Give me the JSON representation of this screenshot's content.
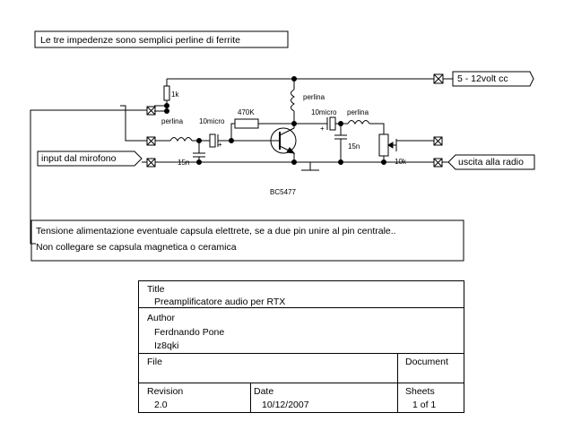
{
  "notes": {
    "ferrite_note": "Le tre impedenze sono semplici perline di ferrite",
    "bias_note_line1": "Tensione alimentazione eventuale capsula elettrete, se a due pin unire al pin centrale..",
    "bias_note_line2": "Non collegare se capsula magnetica o ceramica"
  },
  "ports": {
    "power": "5 - 12volt cc",
    "input": "input dal mirofono",
    "output": "uscita alla radio"
  },
  "components": {
    "r_1k": "1k",
    "l1": "perlina",
    "c1": "10micro",
    "r_470k": "470K",
    "l2": "perlina",
    "c2": "10micro",
    "l3": "perlina",
    "c_15n_a": "15n",
    "c_15n_b": "15n",
    "r_10k": "10k",
    "transistor": "BC5477",
    "plus_1": "+",
    "plus_2": "+"
  },
  "title_block": {
    "title_label": "Title",
    "title_value": "Preamplificatore audio per RTX",
    "author_label": "Author",
    "author_name": "Ferdnando Pone",
    "author_call": "Iz8qki",
    "file_label": "File",
    "document_label": "Document",
    "revision_label": "Revision",
    "revision_value": "2.0",
    "date_label": "Date",
    "date_value": "10/12/2007",
    "sheets_label": "Sheets",
    "sheets_value": "1 of 1"
  }
}
